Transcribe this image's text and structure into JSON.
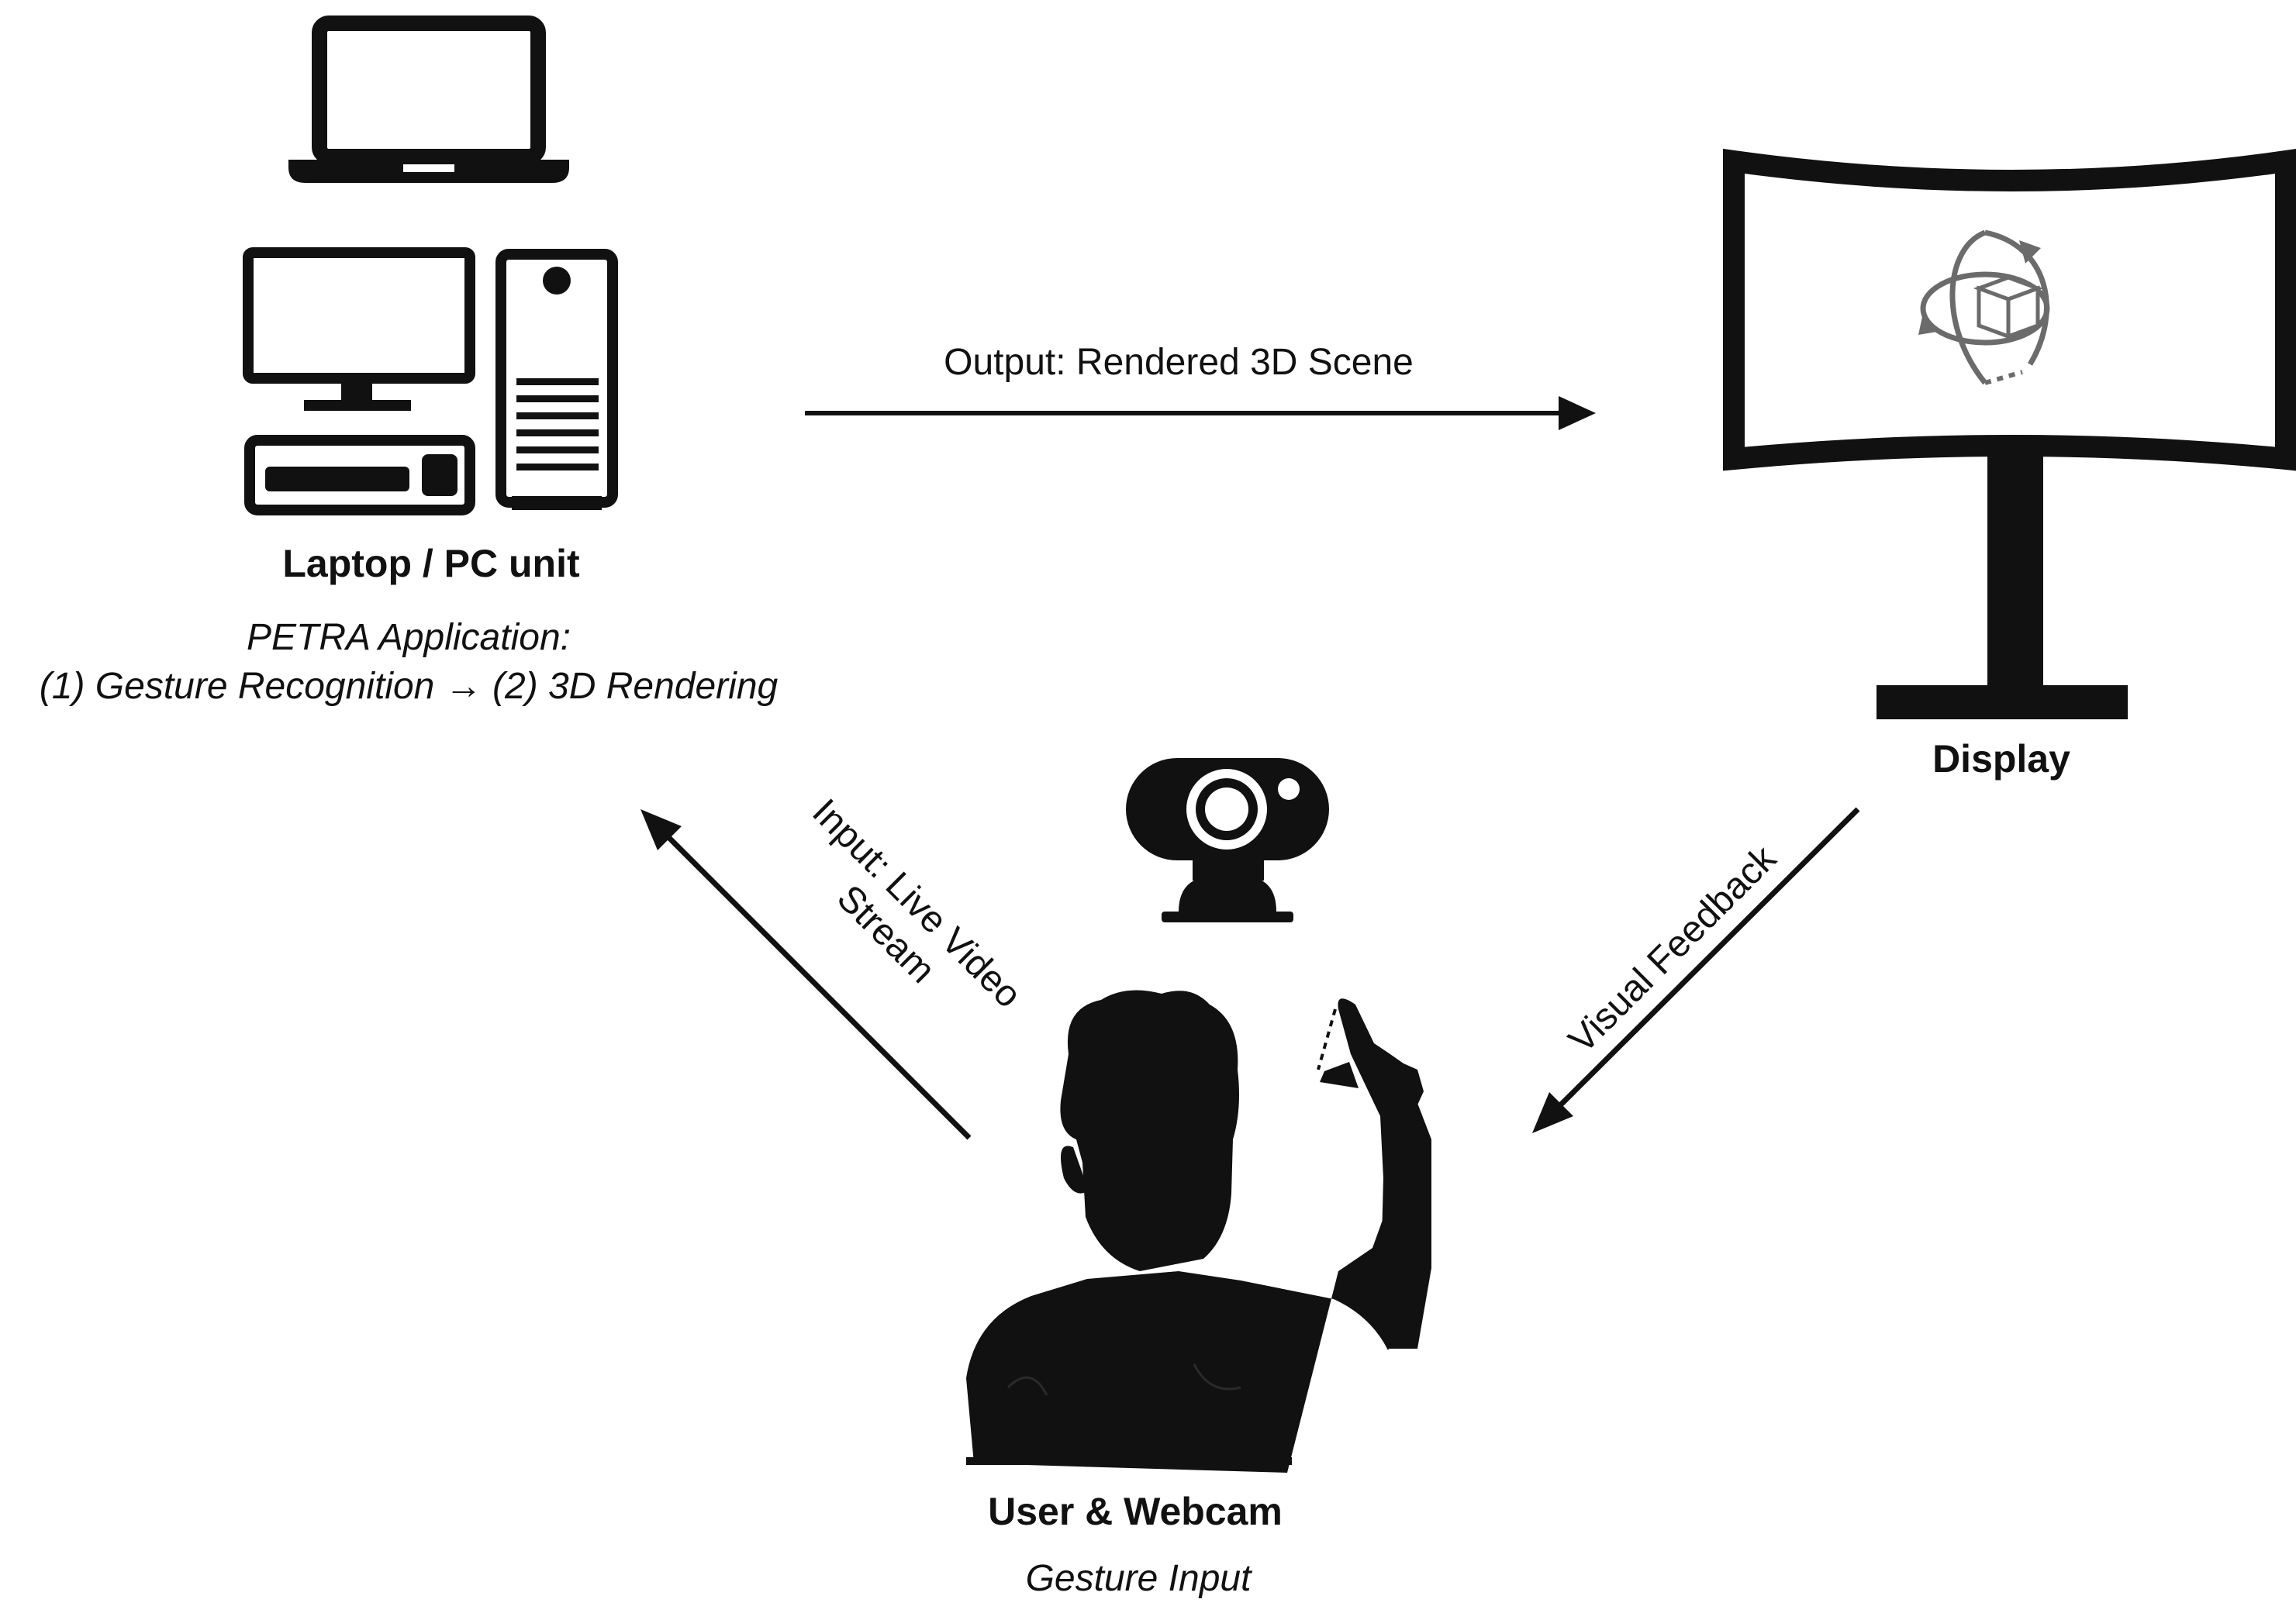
{
  "nodes": {
    "pc": {
      "title": "Laptop / PC unit",
      "subtitle_line1": "PETRA Application:",
      "subtitle_line2": "(1) Gesture Recognition → (2) 3D Rendering"
    },
    "display": {
      "title": "Display"
    },
    "user": {
      "title": "User & Webcam",
      "subtitle": "Gesture Input"
    }
  },
  "edges": {
    "output": {
      "label": "Output: Rendered 3D Scene"
    },
    "input": {
      "label_line1": "Input: Live Video",
      "label_line2": "Stream"
    },
    "feedback": {
      "label": "Visual Feedback"
    }
  },
  "icons": {
    "laptop": "laptop-icon",
    "desktop": "desktop-pc-icon",
    "display": "curved-monitor-icon",
    "cube": "rotating-3d-cube-icon",
    "webcam": "webcam-icon",
    "user": "child-user-silhouette-icon"
  },
  "colors": {
    "ink": "#111111",
    "icon_gray": "#6b6b6b",
    "background": "#ffffff"
  }
}
